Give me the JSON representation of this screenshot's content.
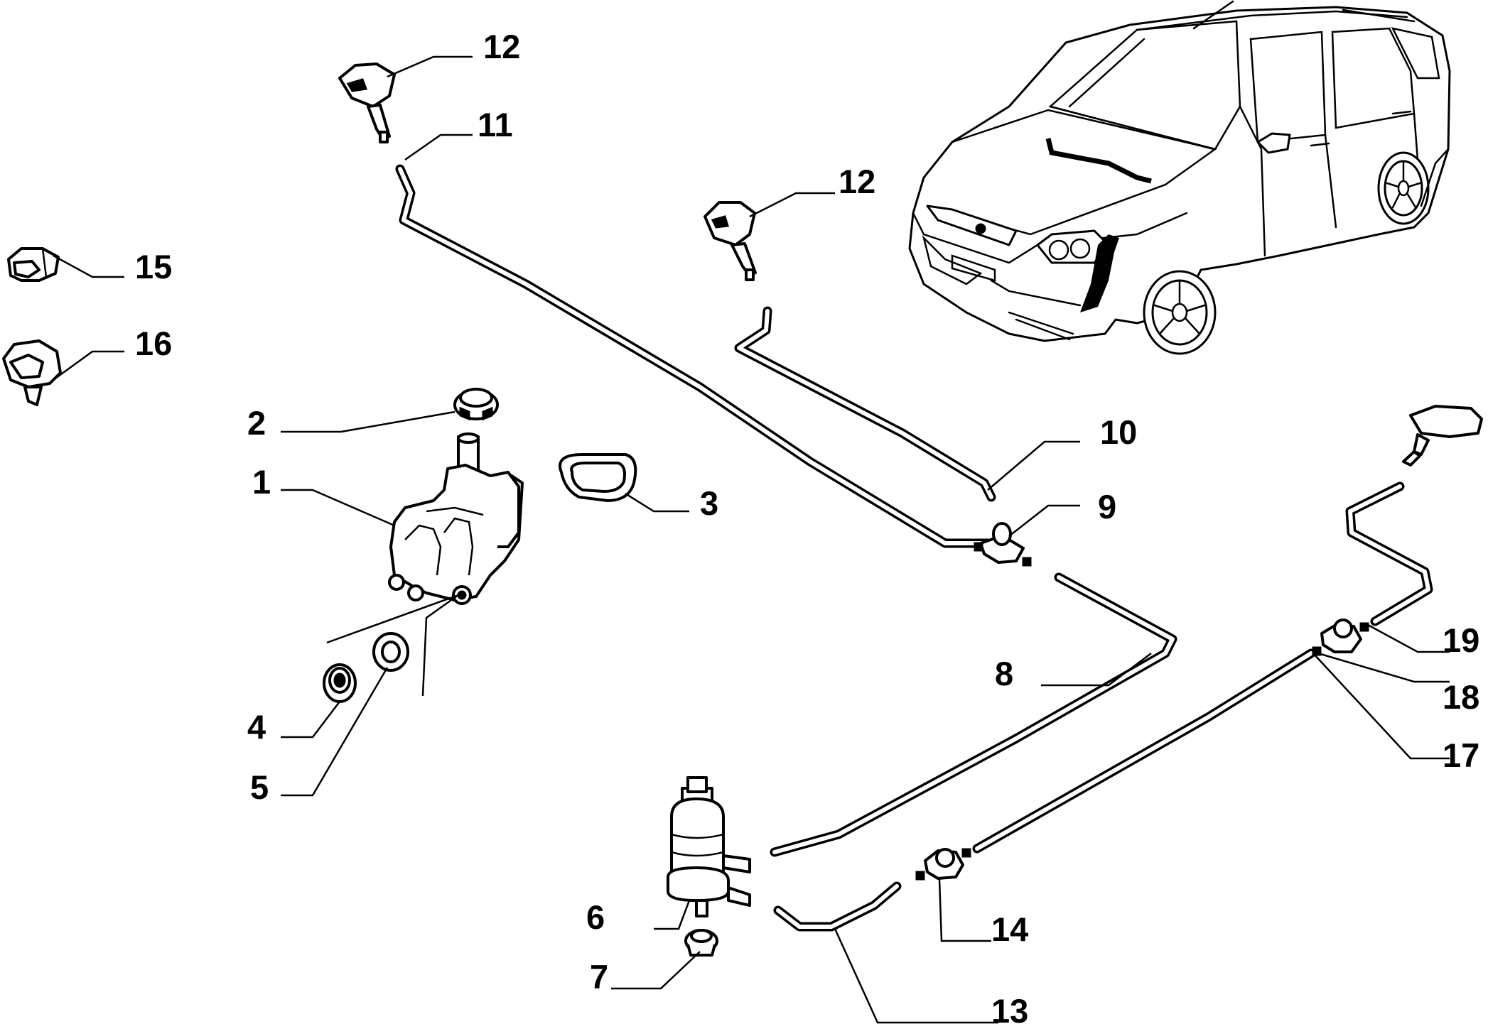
{
  "diagram": {
    "callouts": [
      {
        "id": "c1",
        "label": "1"
      },
      {
        "id": "c2",
        "label": "2"
      },
      {
        "id": "c3",
        "label": "3"
      },
      {
        "id": "c4",
        "label": "4"
      },
      {
        "id": "c5",
        "label": "5"
      },
      {
        "id": "c6",
        "label": "6"
      },
      {
        "id": "c7",
        "label": "7"
      },
      {
        "id": "c8",
        "label": "8"
      },
      {
        "id": "c9",
        "label": "9"
      },
      {
        "id": "c10",
        "label": "10"
      },
      {
        "id": "c11",
        "label": "11"
      },
      {
        "id": "c12a",
        "label": "12"
      },
      {
        "id": "c12b",
        "label": "12"
      },
      {
        "id": "c13",
        "label": "13"
      },
      {
        "id": "c14",
        "label": "14"
      },
      {
        "id": "c15",
        "label": "15"
      },
      {
        "id": "c16",
        "label": "16"
      },
      {
        "id": "c17",
        "label": "17"
      },
      {
        "id": "c18",
        "label": "18"
      },
      {
        "id": "c19",
        "label": "19"
      }
    ]
  }
}
